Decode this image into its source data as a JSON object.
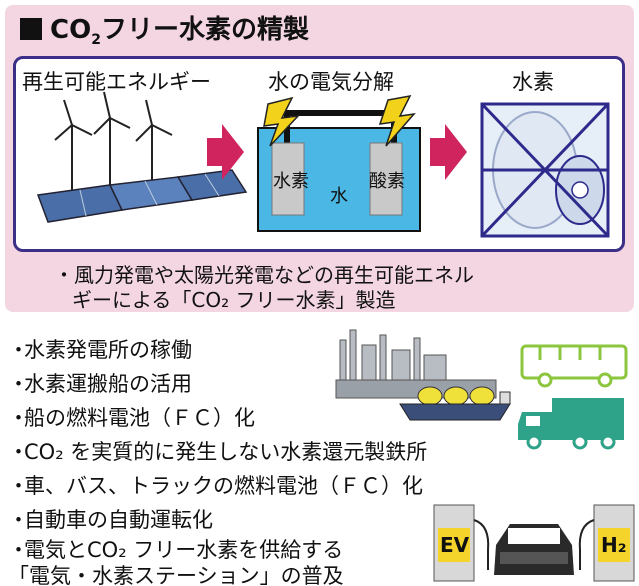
{
  "title": {
    "main": "CO",
    "sub": "2",
    "rest": "フリー水素の精製"
  },
  "flow": {
    "stage1_label": "再生可能エネルギー",
    "stage2_label": "水の電気分解",
    "stage3_label": "水素",
    "electrode_left": "水素",
    "electrode_right": "酸素",
    "water_label": "水"
  },
  "notes": {
    "line1": "・風力発電や太陽光発電などの再生可能エネル",
    "line2": "ギーによる「CO₂ フリー水素」製造"
  },
  "list": [
    "水素発電所の稼働",
    "水素運搬船の活用",
    "船の燃料電池（ＦＣ）化",
    "CO₂ を実質的に発生しない水素還元製鉄所",
    "車、バス、トラックの燃料電池（ＦＣ）化",
    "自動車の自動運転化",
    "電気とCO₂ フリー水素を供給する",
    "「電気・水素ステーション」の普及"
  ],
  "pumps": {
    "left_label": "EV",
    "right_label": "H₂"
  },
  "colors": {
    "panel_pink": "#f3d6e2",
    "box_border": "#3b2f87",
    "arrow": "#d0245e",
    "water": "#4ab7e4",
    "electrode": "#c9c9c9",
    "lightning": "#f2d21b",
    "tank_frame": "#2e2a8c",
    "vehicle_green": "#8cc63f",
    "truck_teal": "#2fa38a",
    "ship": "#f0e13a",
    "pump_yellow": "#f4d32b"
  }
}
